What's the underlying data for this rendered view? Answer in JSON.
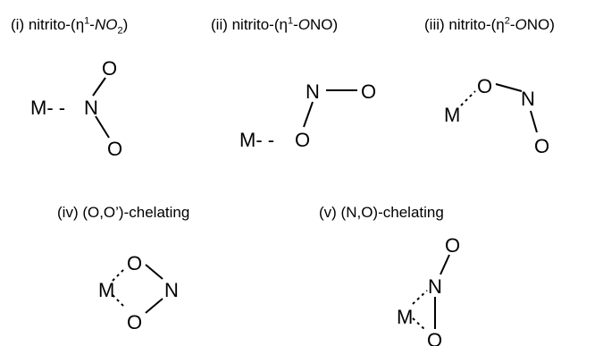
{
  "modes": [
    {
      "id": "i",
      "prefix": "(i) nitrito-(η",
      "sup": "1",
      "mid": "-",
      "italic": "NO",
      "sub": "2",
      "suffix": ")"
    },
    {
      "id": "ii",
      "prefix": "(ii) nitrito-(η",
      "sup": "1",
      "mid": "-",
      "italic": "O",
      "sub": "",
      "suffix": "NO)"
    },
    {
      "id": "iii",
      "prefix": "(iii) nitrito-(η",
      "sup": "2",
      "mid": "-",
      "italic": "O",
      "sub": "",
      "suffix": "NO)"
    },
    {
      "id": "iv",
      "text": "(iv) (O,O’)-chelating"
    },
    {
      "id": "v",
      "text": "(v) (N,O)-chelating"
    }
  ],
  "atoms": {
    "metal": "M",
    "nitrogen": "N",
    "oxygen": "O",
    "dash_prefix": "M- -"
  }
}
